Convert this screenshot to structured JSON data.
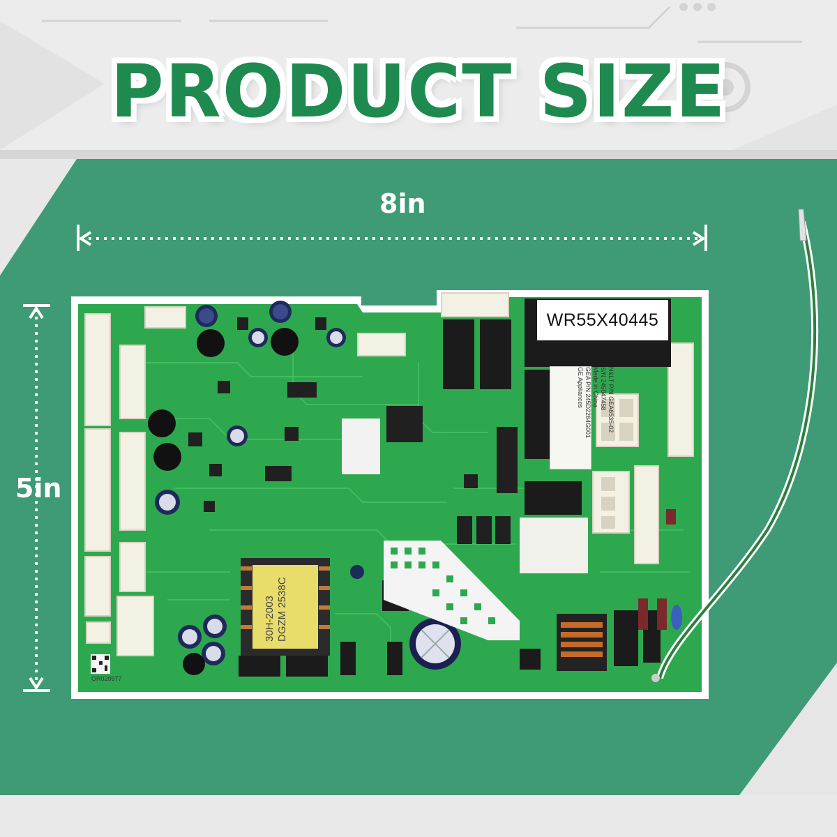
{
  "headline": "PRODUCT SIZE",
  "dimensions": {
    "width_label": "8in",
    "height_label": "5in"
  },
  "board": {
    "model_label": "WR55X40445",
    "sticker_lines": [
      "N&LT P/N GEA6535-02",
      "S/N 245047458",
      "Made in China",
      "GEA P/N 245D2264G001",
      "GE Appliances"
    ],
    "transformer_lines": [
      "30H-2003",
      "DGZM 2538C"
    ],
    "corner_code": "OR020977"
  },
  "colors": {
    "title_green": "#1f8a4f",
    "band_green": "#3f9a76",
    "pcb_green": "#2ea84f",
    "background": "#eeeeee"
  }
}
